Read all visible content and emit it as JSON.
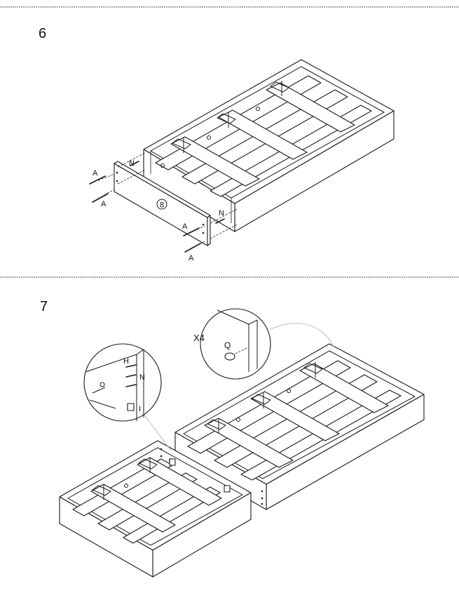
{
  "steps": [
    {
      "number": "6",
      "part_number": "8",
      "labels": {
        "left_top_screw": "A",
        "left_bottom_screw": "A",
        "left_dowel": "N",
        "right_dowel": "N",
        "right_top_screw": "A",
        "right_bottom_screw": "A"
      }
    },
    {
      "number": "7",
      "detail_left": {
        "label_top": "H",
        "label_middle": "N",
        "label_bottom": "I"
      },
      "detail_right": {
        "quantity": "X4",
        "label": "Q"
      }
    }
  ]
}
